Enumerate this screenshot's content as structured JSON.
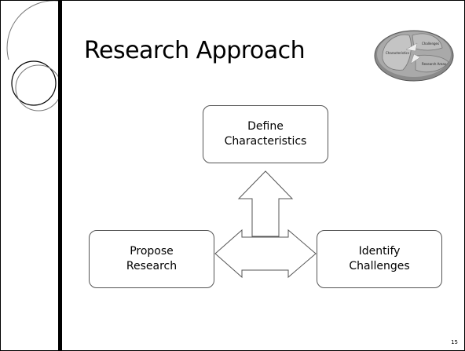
{
  "slide": {
    "title": "Research Approach",
    "page_number": "15"
  },
  "logo": {
    "segments": [
      "Characteristics",
      "Challenges",
      "Research Areas"
    ]
  },
  "diagram": {
    "nodes": {
      "top": {
        "line1": "Define",
        "line2": "Characteristics"
      },
      "left": {
        "line1": "Propose",
        "line2": "Research"
      },
      "right": {
        "line1": "Identify",
        "line2": "Challenges"
      }
    }
  },
  "colors": {
    "frame": "#000000",
    "box_border": "#555555",
    "arrow_stroke": "#555555",
    "logo_gray": "#999999"
  }
}
